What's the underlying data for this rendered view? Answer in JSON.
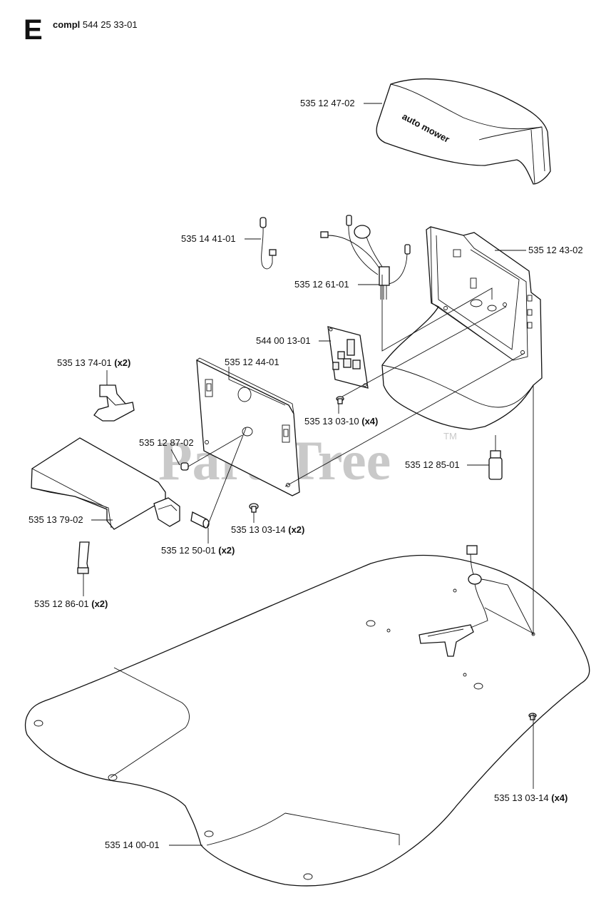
{
  "header": {
    "section_letter": "E",
    "assembly_label": "compl",
    "assembly_number": "544 25 33-01"
  },
  "watermark": {
    "text": "PartsTree",
    "trademark": "TM"
  },
  "cover_logo": "auto mower",
  "parts": [
    {
      "id": "cover",
      "part_number": "535 12 47-02",
      "qty": ""
    },
    {
      "id": "housing",
      "part_number": "535 12 43-02",
      "qty": ""
    },
    {
      "id": "sensor-cable",
      "part_number": "535 14 41-01",
      "qty": ""
    },
    {
      "id": "cable-harness",
      "part_number": "535 12 61-01",
      "qty": ""
    },
    {
      "id": "circuit-board",
      "part_number": "544 00 13-01",
      "qty": ""
    },
    {
      "id": "back-plate",
      "part_number": "535 12 44-01",
      "qty": ""
    },
    {
      "id": "clip",
      "part_number": "535 13 74-01",
      "qty": "(x2)"
    },
    {
      "id": "screw-pcb",
      "part_number": "535 13 03-10",
      "qty": "(x4)"
    },
    {
      "id": "pin",
      "part_number": "535 12 87-02",
      "qty": ""
    },
    {
      "id": "connector",
      "part_number": "535 12 85-01",
      "qty": ""
    },
    {
      "id": "tray",
      "part_number": "535 13 79-02",
      "qty": ""
    },
    {
      "id": "screw-plate",
      "part_number": "535 13 03-14",
      "qty": "(x2)"
    },
    {
      "id": "sleeve",
      "part_number": "535 12 50-01",
      "qty": "(x2)"
    },
    {
      "id": "contact-strip",
      "part_number": "535 12 86-01",
      "qty": "(x2)"
    },
    {
      "id": "screw-base",
      "part_number": "535 13 03-14",
      "qty": "(x4)"
    },
    {
      "id": "base-plate",
      "part_number": "535 14 00-01",
      "qty": ""
    }
  ]
}
